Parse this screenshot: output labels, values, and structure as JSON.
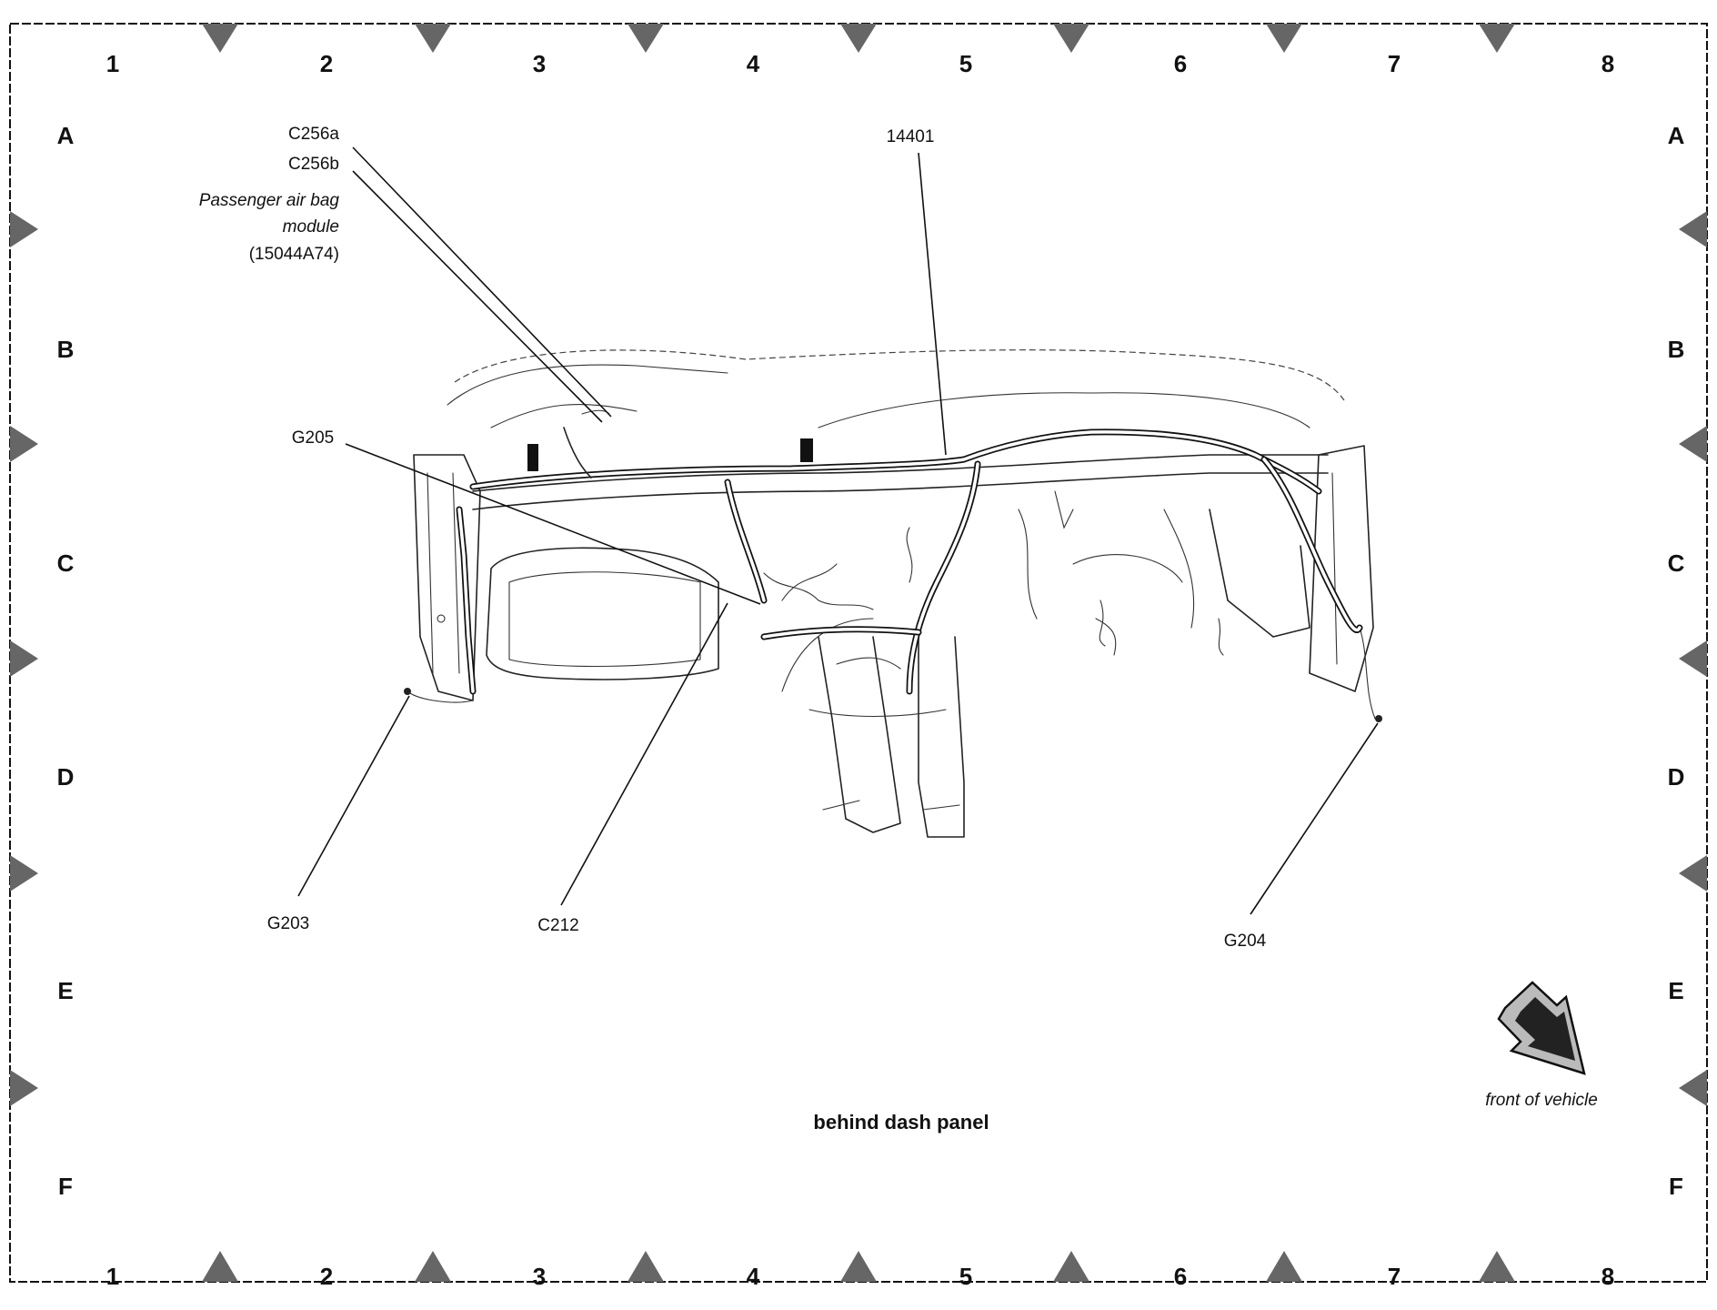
{
  "grid": {
    "columns": [
      "1",
      "2",
      "3",
      "4",
      "5",
      "6",
      "7",
      "8"
    ],
    "rows": [
      "A",
      "B",
      "C",
      "D",
      "E",
      "F"
    ]
  },
  "callouts": {
    "c256a": "C256a",
    "c256b": "C256b",
    "airbag_line1": "Passenger air bag",
    "airbag_line2": "module",
    "airbag_line3": "(15044A74)",
    "harness_14401": "14401",
    "g205": "G205",
    "g203": "G203",
    "c212": "C212",
    "g204": "G204"
  },
  "caption": "behind dash panel",
  "orientation": {
    "label": "front of vehicle",
    "icon": "direction-arrow-icon"
  },
  "colors": {
    "border": "#111111",
    "marker": "#666666",
    "line": "#111111"
  }
}
